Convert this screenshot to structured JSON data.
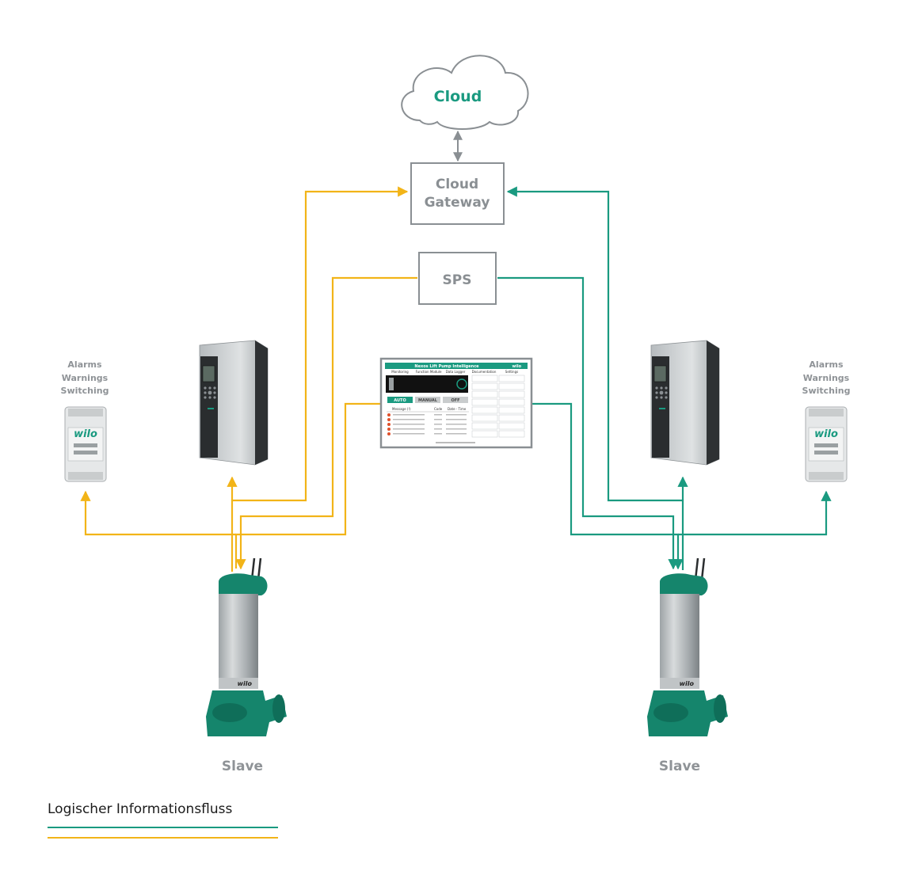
{
  "cloud": {
    "label": "Cloud"
  },
  "gateway": {
    "line1": "Cloud",
    "line2": "Gateway"
  },
  "sps": {
    "label": "SPS"
  },
  "io_module": {
    "left": {
      "line1": "Alarms",
      "line2": "Warnings",
      "line3": "Switching",
      "brand": "wilo"
    },
    "right": {
      "line1": "Alarms",
      "line2": "Warnings",
      "line3": "Switching",
      "brand": "wilo"
    }
  },
  "hmi": {
    "title": "Nexos Lift Pump Intelligence",
    "logo": "wilo",
    "tabs": [
      "Monitoring",
      "Function Module",
      "Data Logger",
      "Documentation",
      "Settings"
    ],
    "buttons": {
      "auto": "AUTO",
      "manual": "MANUAL",
      "off": "OFF"
    },
    "table_headers": [
      "Message (!)",
      "Code",
      "Date - Time"
    ]
  },
  "pumps": {
    "left": {
      "label": "Slave",
      "brand": "wilo"
    },
    "right": {
      "label": "Slave",
      "brand": "wilo"
    }
  },
  "legend": {
    "title": "Logischer Informationsfluss"
  },
  "colors": {
    "teal": "#1a9a80",
    "amber": "#f2b418",
    "box_border": "#8a8f93",
    "arrow_gray": "#8a8f93",
    "pump_green": "#15856c"
  }
}
